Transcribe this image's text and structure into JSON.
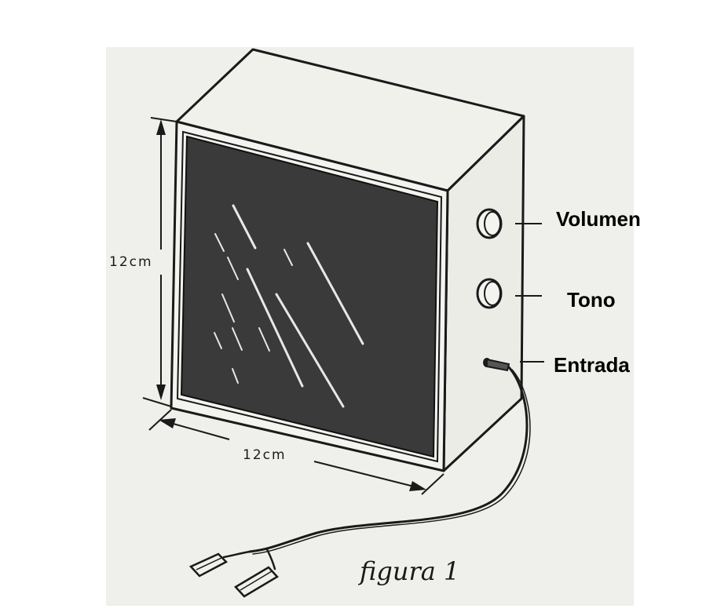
{
  "labels": {
    "volume": "Volumen",
    "tone": "Tono",
    "input": "Entrada"
  },
  "dimensions": {
    "height": "12cm",
    "width": "12cm"
  },
  "caption": "figura 1",
  "colors": {
    "ink": "#1a1a1a",
    "grille": "#3a3a3a",
    "paper": "#efefeb"
  }
}
